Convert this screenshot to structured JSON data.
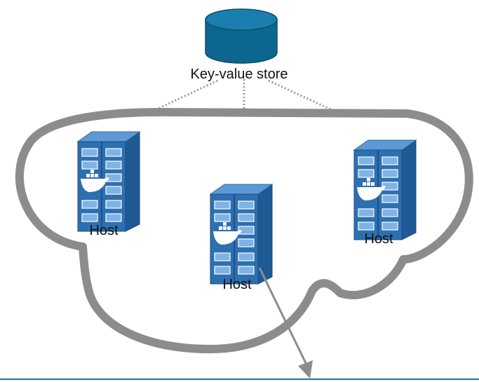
{
  "store": {
    "label": "Key-value store",
    "icon": "database-cylinder-icon",
    "color": "#0d6690"
  },
  "hosts": [
    {
      "label": "Host",
      "icon": "docker-server-rack-icon"
    },
    {
      "label": "Host",
      "icon": "docker-server-rack-icon"
    },
    {
      "label": "Host",
      "icon": "docker-server-rack-icon"
    }
  ],
  "cloud": {
    "icon": "cloud-outline-icon",
    "color": "#8c8c8c"
  },
  "colors": {
    "rack": "#2e6fb0",
    "connector": "#9a9a9a",
    "bottom_rule": "#1f6fa8"
  }
}
